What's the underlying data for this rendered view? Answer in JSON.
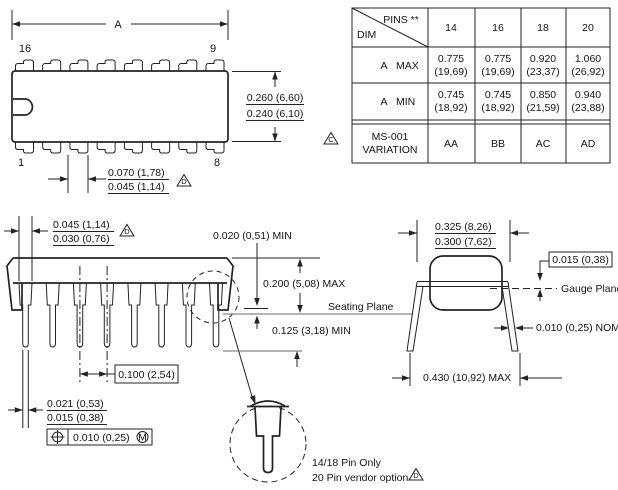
{
  "colors": {
    "ink": "#232323",
    "background": "#ffffff"
  },
  "top_view": {
    "overall_length_label": "A",
    "pin_16": "16",
    "pin_9": "9",
    "pin_1": "1",
    "pin_8": "8",
    "body_width_max": "0.260 (6,60)",
    "body_width_min": "0.240 (6,10)",
    "lead_width_max": "0.070 (1,78)",
    "lead_width_min": "0.045 (1,14)"
  },
  "table": {
    "corner_top": "PINS **",
    "corner_bottom": "DIM",
    "columns": [
      "14",
      "16",
      "18",
      "20"
    ],
    "row_a_max": {
      "dim": "A",
      "type": "MAX",
      "cells": [
        {
          "in": "0.775",
          "mm": "(19,69)"
        },
        {
          "in": "0.775",
          "mm": "(19,69)"
        },
        {
          "in": "0.920",
          "mm": "(23,37)"
        },
        {
          "in": "1.060",
          "mm": "(26,92)"
        }
      ]
    },
    "row_a_min": {
      "dim": "A",
      "type": "MIN",
      "cells": [
        {
          "in": "0.745",
          "mm": "(18,92)"
        },
        {
          "in": "0.745",
          "mm": "(18,92)"
        },
        {
          "in": "0.850",
          "mm": "(21,59)"
        },
        {
          "in": "0.940",
          "mm": "(23,88)"
        }
      ]
    },
    "row_ms001": {
      "line1": "MS-001",
      "line2": "VARIATION",
      "cells": [
        "AA",
        "BB",
        "AC",
        "AD"
      ]
    }
  },
  "side_view": {
    "lead_thickness_max": "0.045 (1,14)",
    "lead_thickness_min": "0.030 (0,76)",
    "standoff_min": "0.020 (0,51) MIN",
    "body_height_max": "0.200 (5,08) MAX",
    "seating_plane_label": "Seating Plane",
    "lead_below_min": "0.125 (3,18) MIN",
    "pitch": "0.100 (2,54)",
    "tip_width_max": "0.021 (0,53)",
    "tip_width_min": "0.015 (0,38)",
    "position_tolerance": {
      "value": "0.010 (0,25)",
      "modifier": "M"
    }
  },
  "detail_view": {
    "note_line1": "14/18 Pin Only",
    "note_line2": "20 Pin vendor option"
  },
  "end_view": {
    "row_spacing_max": "0.325 (8,26)",
    "row_spacing_min": "0.300 (7,62)",
    "gauge_offset": "0.015 (0,38)",
    "gauge_plane_label": "Gauge Plane",
    "lead_thickness_nom": "0.010 (0,25) NOM",
    "overall_span_max": "0.430 (10,92) MAX"
  },
  "notes": {
    "c": "C",
    "d": "D"
  }
}
